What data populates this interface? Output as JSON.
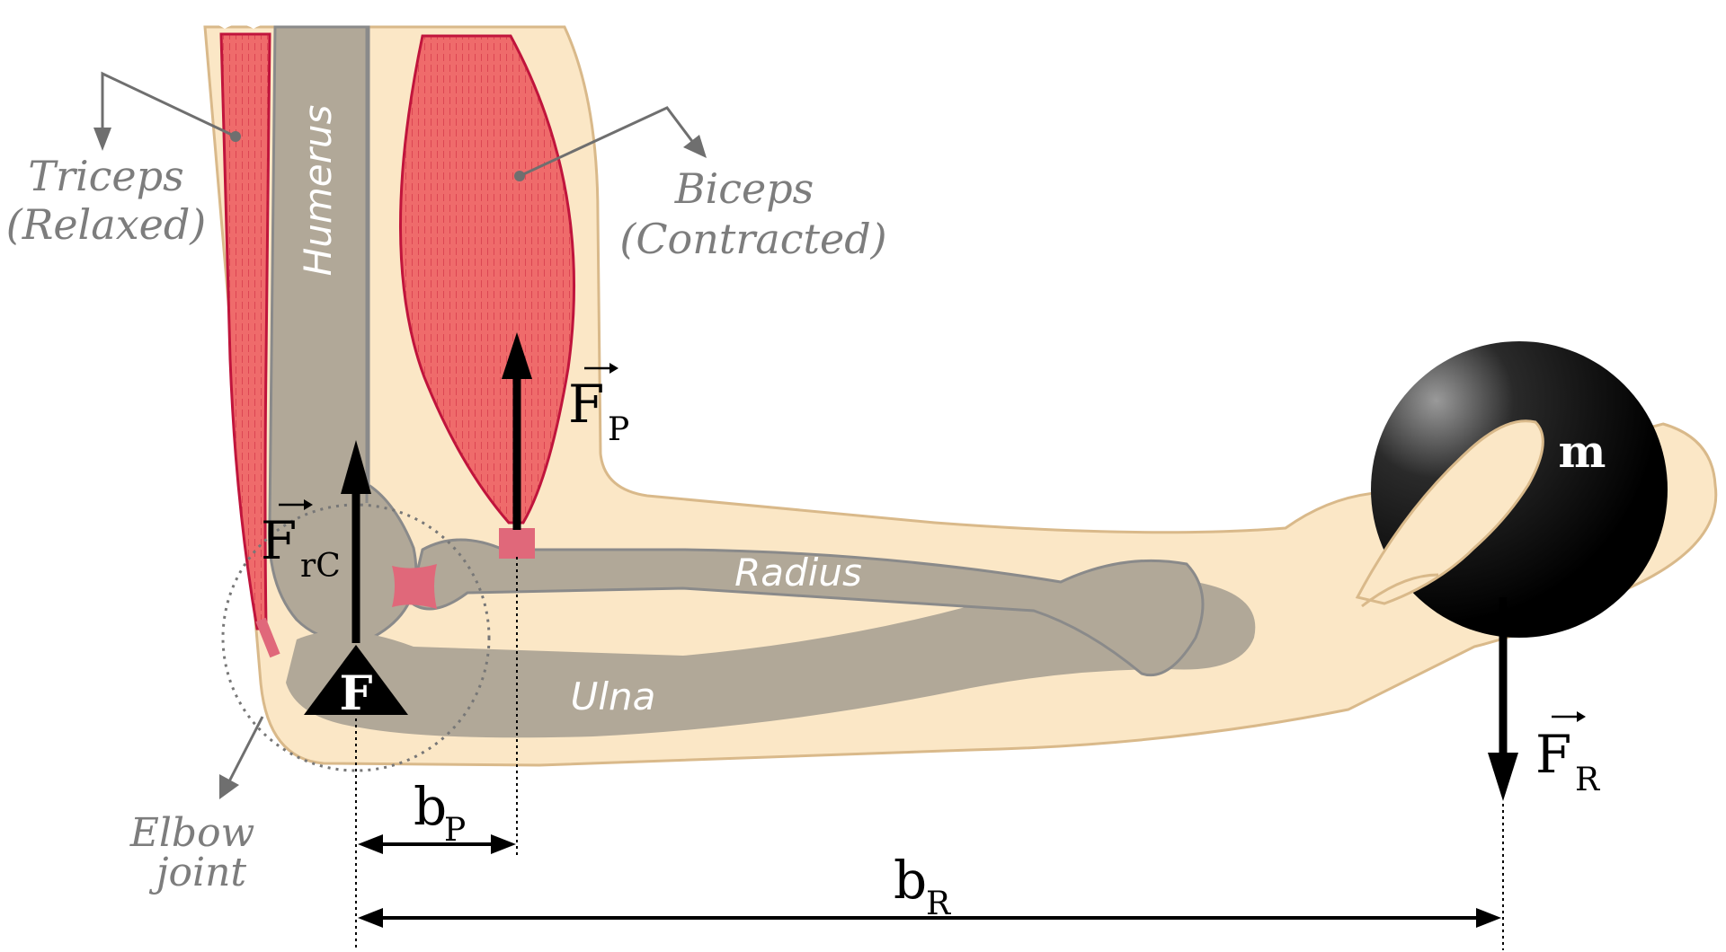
{
  "labels": {
    "triceps": "Triceps",
    "triceps_state": "(Relaxed)",
    "biceps": "Biceps",
    "biceps_state": "(Contracted)",
    "humerus": "Humerus",
    "radius": "Radius",
    "ulna": "Ulna",
    "elbow": "Elbow",
    "joint": "joint",
    "mass": "m",
    "fulcrum": "F"
  },
  "forces": {
    "fp_main": "F",
    "fp_sub": "P",
    "frc_main": "F",
    "frc_sub": "rC",
    "fr_main": "F",
    "fr_sub": "R"
  },
  "distances": {
    "bp_main": "b",
    "bp_sub": "P",
    "br_main": "b",
    "br_sub": "R"
  },
  "colors": {
    "skin": "#fbe7c6",
    "skin_outline": "#d9b98a",
    "bone": "#b1a898",
    "bone_outline": "#8a8a8a",
    "muscle": "#ef6b6b",
    "muscle_outline": "#c0143c",
    "tendon": "#e0687a",
    "label_gray": "#7d7d7d",
    "ball": "#000000"
  }
}
